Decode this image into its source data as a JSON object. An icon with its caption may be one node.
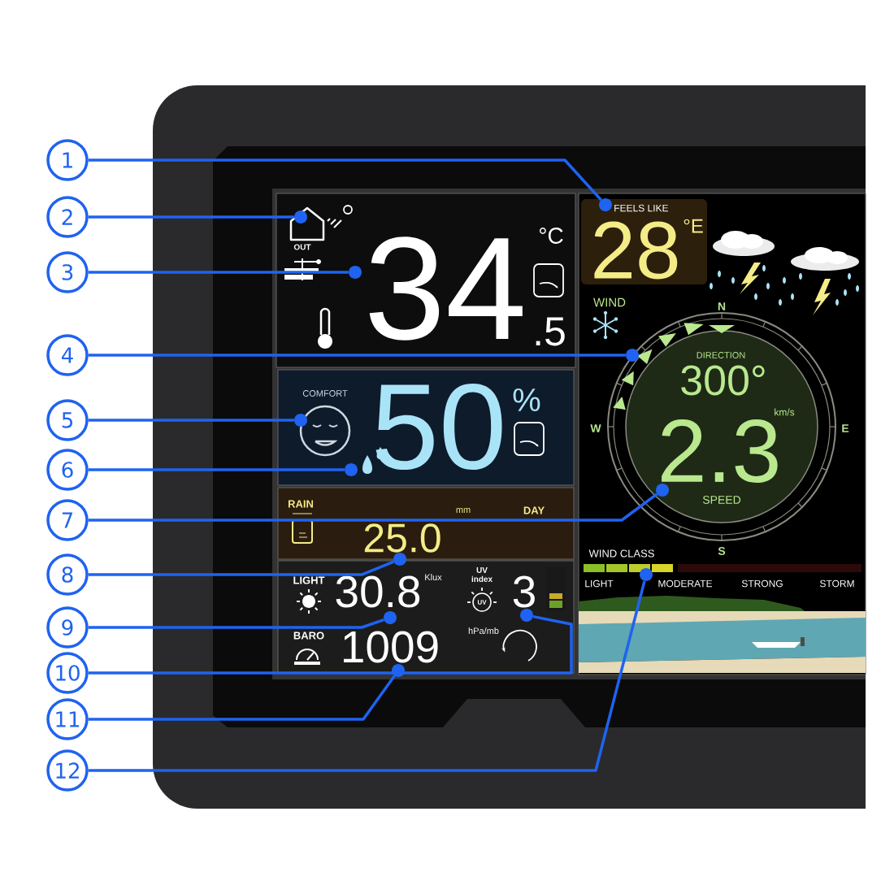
{
  "diagram": {
    "nodes": [
      {
        "text": [
          "1"
        ]
      },
      {
        "text": [
          "2"
        ]
      },
      {
        "text": [
          "3"
        ]
      },
      {
        "text": [
          "4"
        ]
      },
      {
        "text": [
          "5"
        ]
      },
      {
        "text": [
          "6"
        ]
      },
      {
        "text": [
          "7"
        ]
      },
      {
        "text": [
          "8"
        ]
      },
      {
        "text": [
          "9"
        ]
      },
      {
        "text": [
          "10"
        ]
      },
      {
        "text": [
          "11"
        ]
      },
      {
        "text": [
          "12"
        ]
      },
      {
        "text": [],
        "shape": "circle"
      },
      {
        "text": [],
        "shape": "circle"
      },
      {
        "text": [],
        "shape": "circle"
      },
      {
        "text": [],
        "shape": "circle"
      },
      {
        "text": [],
        "shape": "circle"
      },
      {
        "text": [],
        "shape": "circle"
      },
      {
        "text": [],
        "shape": "circle"
      },
      {
        "text": [],
        "shape": "circle"
      },
      {
        "text": [],
        "shape": "circle"
      },
      {
        "text": [],
        "shape": "circle"
      },
      {
        "text": [],
        "shape": "circle"
      },
      {
        "text": [],
        "shape": "circle"
      }
    ],
    "edges": [
      {
        "from": 0,
        "to": 12,
        "arrow": "none"
      },
      {
        "from": 1,
        "to": 13,
        "arrow": "none"
      },
      {
        "from": 2,
        "to": 14,
        "arrow": "none"
      },
      {
        "from": 3,
        "to": 15,
        "arrow": "none"
      },
      {
        "from": 4,
        "to": 16,
        "arrow": "none"
      },
      {
        "from": 5,
        "to": 17,
        "arrow": "none"
      },
      {
        "from": 6,
        "to": 18,
        "arrow": "none"
      },
      {
        "from": 7,
        "to": 19,
        "arrow": "none"
      },
      {
        "from": 8,
        "to": 20,
        "arrow": "none"
      },
      {
        "from": 9,
        "to": 21,
        "arrow": "none"
      },
      {
        "from": 10,
        "to": 22,
        "arrow": "none"
      },
      {
        "from": 11,
        "to": 23,
        "arrow": "none"
      }
    ],
    "labels": [
      "OUT",
      "34",
      "°C",
      ".5",
      "FEELS LIKE",
      "28",
      "°E",
      "WIND",
      "N",
      "W",
      "E",
      "S",
      "DIRECTION",
      "300°",
      "km/s",
      "2.3",
      "SPEED",
      "COMFORT",
      "50",
      "%",
      "RAIN",
      "25.0",
      "mm",
      "DAY",
      "LIGHT",
      "30.8",
      "Klux",
      "UV index",
      "UV",
      "3",
      "BARO",
      "1009",
      "hPa/mb",
      "WIND CLASS",
      "LIGHT",
      "MODERATE",
      "STRONG",
      "STORM"
    ]
  }
}
